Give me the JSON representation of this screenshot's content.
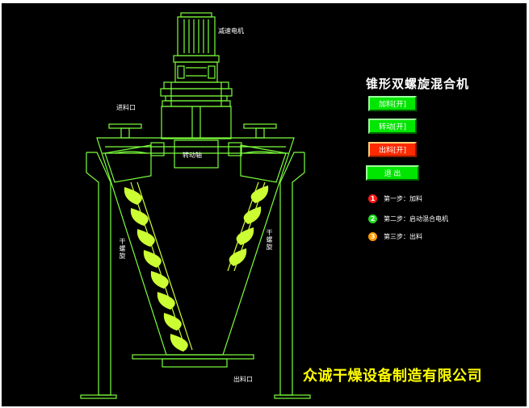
{
  "machine_title": "锥形双螺旋混合机",
  "labels": {
    "motor": "减速电机",
    "inlet": "进料口",
    "rotating_arm": "转动轴",
    "outlet": "出料口",
    "left_screw": "干螺旋",
    "right_screw": "干螺旋"
  },
  "buttons": {
    "feed": "加料[开]",
    "rotate": "转动[开]",
    "discharge": "出料[开]",
    "exit": "退 出"
  },
  "steps": [
    {
      "num": "1",
      "text": "第一步：加料",
      "color": "#ff1a1a"
    },
    {
      "num": "2",
      "text": "第二步：启动混合电机",
      "color": "#22dd22"
    },
    {
      "num": "3",
      "text": "第三步：出料",
      "color": "#ff9900"
    }
  ],
  "company": "众诚干燥设备制造有限公司",
  "colors": {
    "outline": "#7cff3c",
    "screw": "#ccff33",
    "button_green": "#00e600",
    "button_red": "#ff2a00",
    "company_text": "#ffff00"
  }
}
